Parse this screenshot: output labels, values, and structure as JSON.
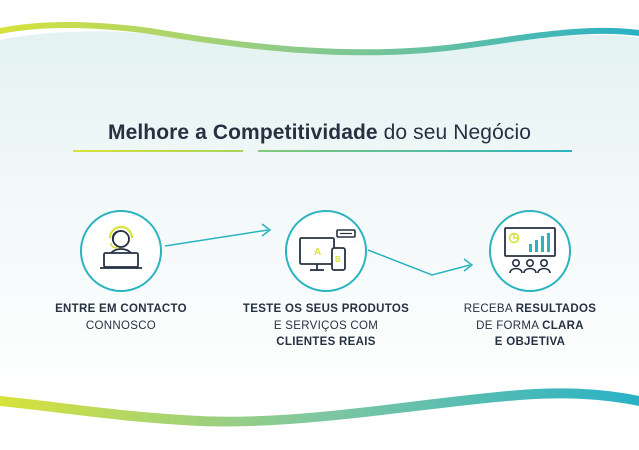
{
  "title": {
    "part1": "Melhore a Competitividade",
    "part2": "do seu Negócio"
  },
  "steps": [
    {
      "icon": "headset-support-icon",
      "line1_bold": "ENTRE EM CONTACTO",
      "line2": "CONNOSCO"
    },
    {
      "icon": "ab-testing-devices-icon",
      "line1_bold": "TESTE OS SEUS PRODUTOS",
      "line2": "E SERVIÇOS COM",
      "line3_bold": "CLIENTES REAIS"
    },
    {
      "icon": "results-presentation-icon",
      "line1_normal": "RECEBA ",
      "line1_bold": "RESULTADOS",
      "line2_normal": "DE FORMA ",
      "line2_bold": "CLARA",
      "line3_bold": "E OBJETIVA"
    }
  ],
  "device_labels": {
    "a": "A",
    "b": "B"
  },
  "colors": {
    "text": "#263142",
    "teal": "#2bb3c0",
    "lime": "#c5d83a",
    "green": "#7cc36a",
    "bg_tint": "#eaf5f5"
  }
}
